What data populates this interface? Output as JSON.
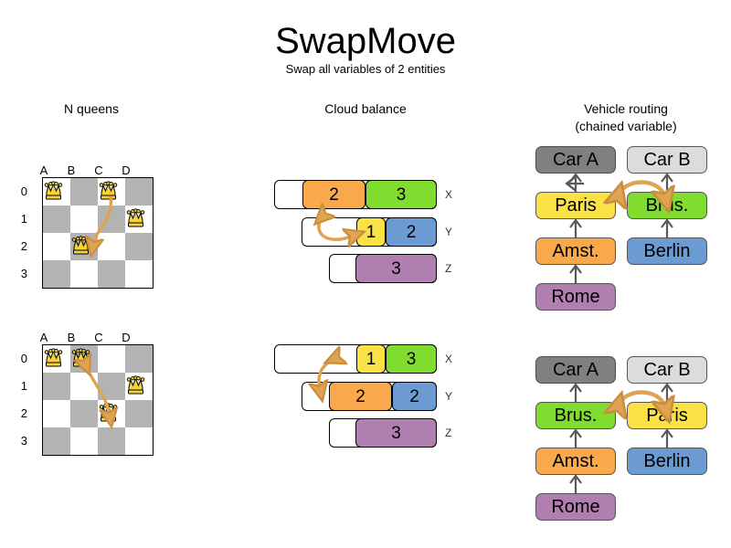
{
  "header": {
    "title": "SwapMove",
    "subtitle": "Swap all variables of 2 entities"
  },
  "columns": {
    "nqueens": {
      "heading": "N queens"
    },
    "cloud": {
      "heading": "Cloud balance"
    },
    "vehicle": {
      "heading_line1": "Vehicle routing",
      "heading_line2": "(chained variable)"
    }
  },
  "nqueens": {
    "column_labels": [
      "A",
      "B",
      "C",
      "D"
    ],
    "row_labels": [
      "0",
      "1",
      "2",
      "3"
    ],
    "before": {
      "queens": [
        "A0",
        "C0",
        "D1",
        "B2"
      ]
    },
    "after": {
      "queens": [
        "A0",
        "B0",
        "D1",
        "C2"
      ]
    },
    "move": {
      "from": "C0",
      "to": "B2",
      "swap_with": "B2"
    }
  },
  "cloud_balance": {
    "row_labels": [
      "X",
      "Y",
      "Z"
    ],
    "before": [
      {
        "label": "X",
        "segments": [
          {
            "value": "2",
            "color": "#f9a94b"
          },
          {
            "value": "3",
            "color": "#80dd30"
          }
        ]
      },
      {
        "label": "Y",
        "segments": [
          {
            "value": "1",
            "color": "#fae246"
          },
          {
            "value": "2",
            "color": "#6b9bd2"
          }
        ]
      },
      {
        "label": "Z",
        "segments": [
          {
            "value": "3",
            "color": "#b07fb0"
          }
        ]
      }
    ],
    "after": [
      {
        "label": "X",
        "segments": [
          {
            "value": "1",
            "color": "#fae246"
          },
          {
            "value": "3",
            "color": "#80dd30"
          }
        ]
      },
      {
        "label": "Y",
        "segments": [
          {
            "value": "2",
            "color": "#f9a94b"
          },
          {
            "value": "2",
            "color": "#6b9bd2"
          }
        ]
      },
      {
        "label": "Z",
        "segments": [
          {
            "value": "3",
            "color": "#b07fb0"
          }
        ]
      }
    ]
  },
  "vehicle_routing": {
    "before": {
      "chain_a": [
        "Car A",
        "Paris",
        "Amst.",
        "Rome"
      ],
      "chain_b": [
        "Car B",
        "Brus.",
        "Berlin"
      ]
    },
    "after": {
      "chain_a": [
        "Car A",
        "Brus.",
        "Amst.",
        "Rome"
      ],
      "chain_b": [
        "Car B",
        "Paris",
        "Berlin"
      ]
    },
    "colors": {
      "car_a": "#808080",
      "car_b": "#dcdcdc",
      "paris": "#fae246",
      "brussels": "#80dd30",
      "amsterdam": "#f9a94b",
      "berlin": "#6b9bd2",
      "rome": "#b07fb0"
    }
  },
  "theme": {
    "arrow_color": "#e0a351",
    "arrow_stroke": "#c98f3e",
    "board_dark": "#b3b3b3",
    "board_light": "#ffffff",
    "queen_gold": "#f3d23b"
  }
}
